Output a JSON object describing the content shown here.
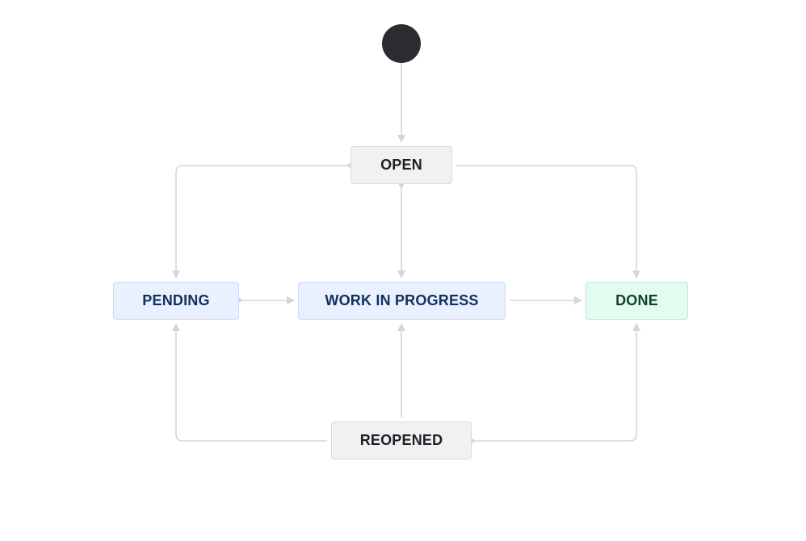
{
  "diagram": {
    "colors": {
      "edge": "#d5d6d9",
      "start": "#2b2c30",
      "todo_bg": "#f0f1f3",
      "in_progress_bg": "#e8f1fd",
      "done_bg": "#e2fcf0"
    },
    "states": {
      "open": "OPEN",
      "pending": "PENDING",
      "wip": "WORK IN PROGRESS",
      "done": "DONE",
      "reopened": "REOPENED"
    },
    "transitions": [
      {
        "from": "start",
        "to": "open"
      },
      {
        "from": "open",
        "to": "wip"
      },
      {
        "from": "wip",
        "to": "open"
      },
      {
        "from": "open",
        "to": "pending"
      },
      {
        "from": "pending",
        "to": "open"
      },
      {
        "from": "open",
        "to": "done"
      },
      {
        "from": "pending",
        "to": "wip"
      },
      {
        "from": "wip",
        "to": "pending"
      },
      {
        "from": "wip",
        "to": "done"
      },
      {
        "from": "reopened",
        "to": "pending"
      },
      {
        "from": "reopened",
        "to": "wip"
      },
      {
        "from": "done",
        "to": "reopened"
      },
      {
        "from": "reopened",
        "to": "done"
      }
    ]
  }
}
